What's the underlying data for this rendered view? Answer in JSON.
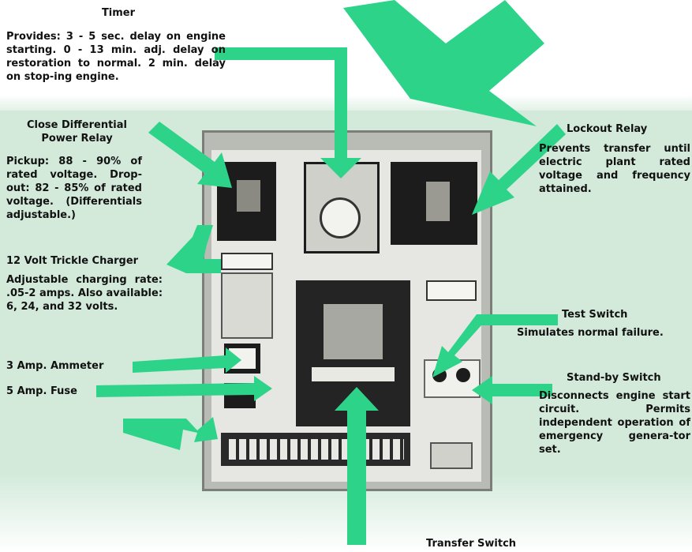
{
  "labels": {
    "timer": {
      "title": "Timer",
      "body": "Provides: 3 - 5 sec. delay on engine starting. 0 - 13 min. adj. delay on restoration to normal. 2 min. delay on stop-ing engine."
    },
    "close_relay": {
      "title": "Close Differential Power Relay",
      "body": "Pickup: 88 - 90% of rated voltage. Drop-out: 82 - 85% of rated voltage. (Differentials adjustable.)"
    },
    "charger": {
      "title": "12 Volt Trickle Charger",
      "body": "Adjustable charging rate: .05-2 amps. Also available: 6, 24, and 32 volts."
    },
    "ammeter": {
      "title": "3 Amp. Ammeter"
    },
    "fuse": {
      "title": "5 Amp. Fuse"
    },
    "lockout": {
      "title": "Lockout Relay",
      "body": "Prevents transfer until electric plant rated voltage and frequency attained."
    },
    "test_switch": {
      "title": "Test Switch",
      "body": "Simulates normal failure."
    },
    "standby_switch": {
      "title": "Stand-by Switch",
      "body": "Disconnects engine start circuit. Permits independent operation of emergency genera-tor set."
    },
    "transfer_switch": {
      "title": "Transfer Switch"
    }
  },
  "colors": {
    "arrow": "#2ed38a",
    "background": "#d3eadb",
    "panel": "#b9bbb5",
    "component_dark": "#1c1c1c"
  }
}
